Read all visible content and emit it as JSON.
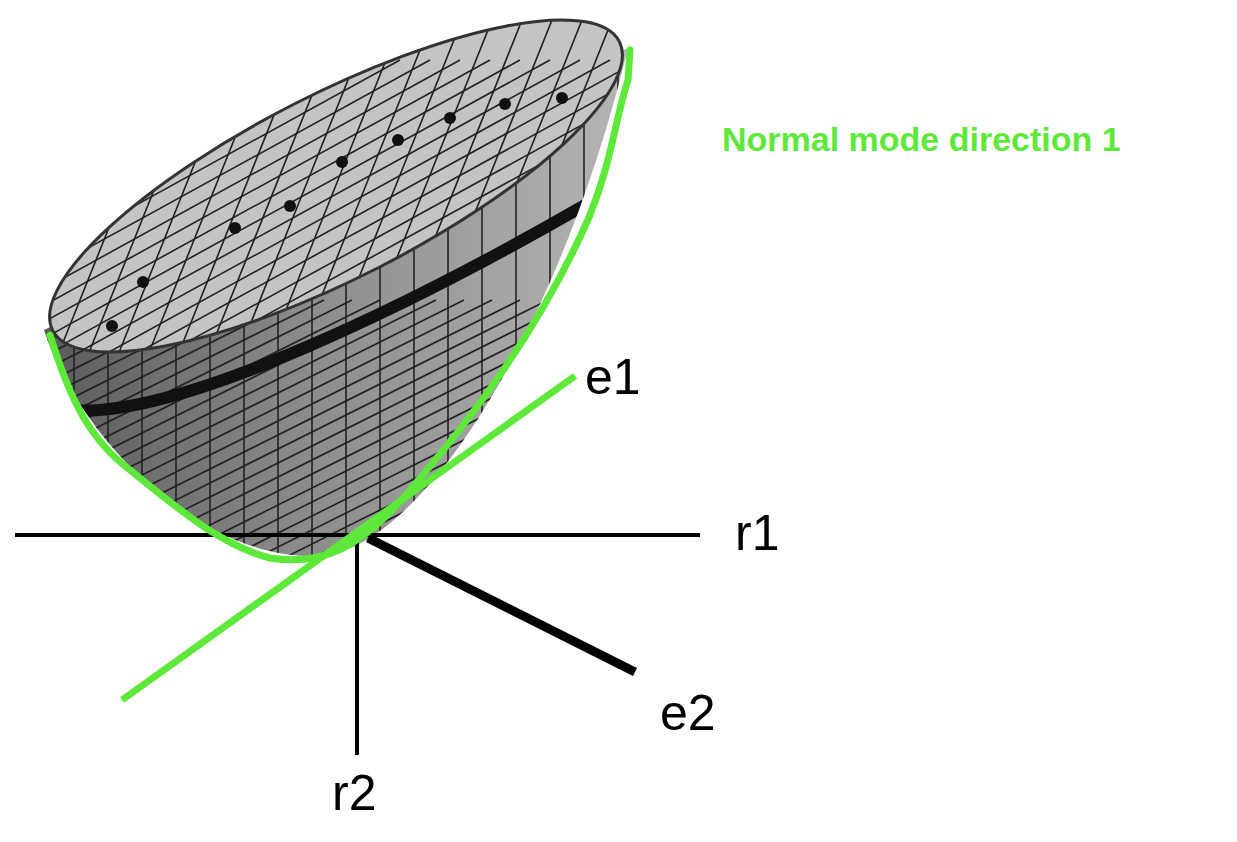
{
  "diagram": {
    "labels": [
      "Normal mode direction 1",
      "e1",
      "r1",
      "e2",
      "r2"
    ]
  }
}
